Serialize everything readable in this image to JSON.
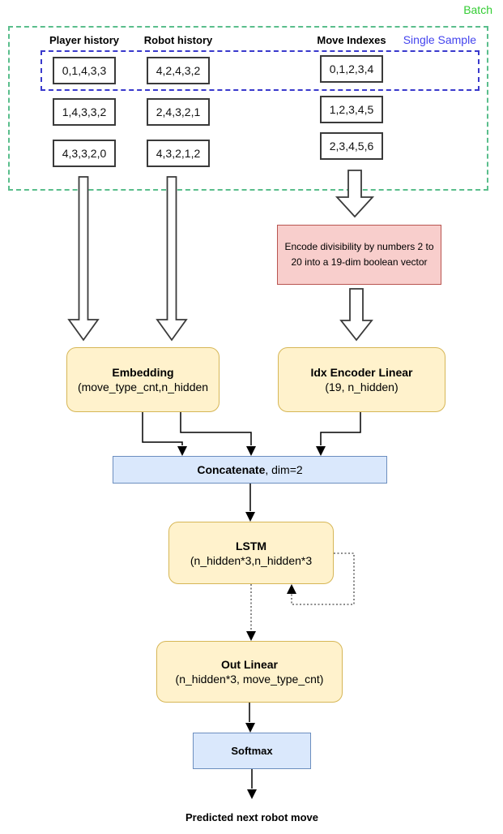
{
  "labels": {
    "batch": "Batch",
    "single_sample": "Single Sample",
    "predicted_output": "Predicted next robot move"
  },
  "batch_table": {
    "columns": [
      {
        "header": "Player history",
        "rows": [
          "0,1,4,3,3",
          "1,4,3,3,2",
          "4,3,3,2,0"
        ]
      },
      {
        "header": "Robot history",
        "rows": [
          "4,2,4,3,2",
          "2,4,3,2,1",
          "4,3,2,1,2"
        ]
      },
      {
        "header": "Move Indexes",
        "rows": [
          "0,1,2,3,4",
          "1,2,3,4,5",
          "2,3,4,5,6"
        ]
      }
    ]
  },
  "nodes": {
    "encode_divisibility": {
      "line1": "Encode divisibility by numbers 2 to",
      "line2": "20 into a 19-dim boolean vector"
    },
    "embedding": {
      "title": "Embedding",
      "params": "(move_type_cnt,n_hidden"
    },
    "idx_encoder": {
      "title": "Idx Encoder Linear",
      "params": "(19, n_hidden)"
    },
    "concatenate": {
      "title": "Concatenate",
      "detail": ", dim=2"
    },
    "lstm": {
      "title": "LSTM",
      "params": "(n_hidden*3,n_hidden*3"
    },
    "out_linear": {
      "title": "Out Linear",
      "params": "(n_hidden*3, move_type_cnt)"
    },
    "softmax": {
      "title": "Softmax"
    }
  },
  "colors": {
    "batch_label": "#33CC33",
    "batch_frame": "#5ABE8C",
    "sample_label": "#4444EE",
    "sample_frame": "#3939CC",
    "yellow_fill": "#FFF2CC",
    "yellow_stroke": "#D6B656",
    "pink_fill": "#F8CECC",
    "pink_stroke": "#B85450",
    "blue_fill": "#DAE8FC",
    "blue_stroke": "#6C8EBF",
    "value_box_stroke": "#3a3a3a",
    "line": "#000000"
  }
}
